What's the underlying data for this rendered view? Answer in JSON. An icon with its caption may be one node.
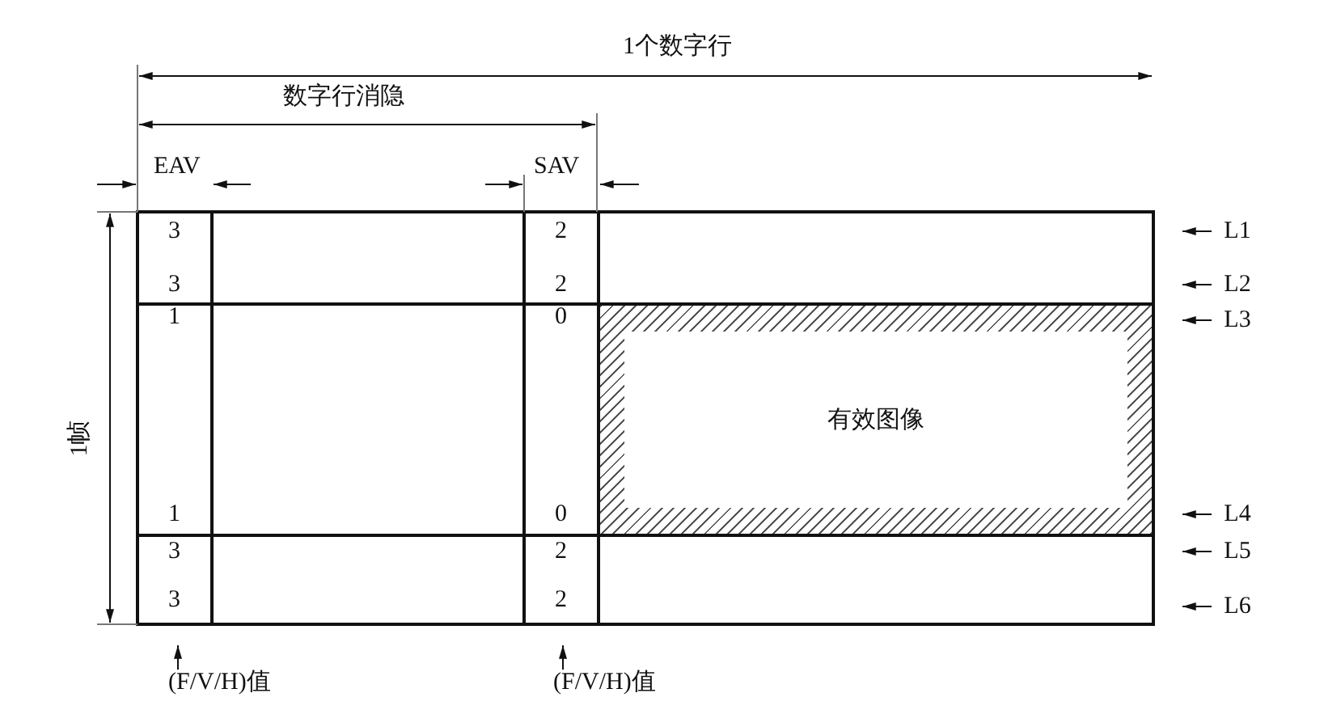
{
  "diagram": {
    "nodes": [
      {
        "text": [
          "有效图像"
        ]
      },
      {
        "text": [
          "L1"
        ]
      },
      {
        "text": [
          "L2"
        ]
      },
      {
        "text": [
          "L3"
        ]
      },
      {
        "text": [
          "L4"
        ]
      },
      {
        "text": [
          "L5"
        ]
      },
      {
        "text": [
          "L6"
        ]
      },
      {
        "text": [
          "(F/V/H)值"
        ]
      },
      {
        "text": [
          "(F/V/H)值"
        ]
      }
    ],
    "edges": [
      {
        "from": 1,
        "to": null,
        "arrow": "to"
      },
      {
        "from": 2,
        "to": null,
        "arrow": "to"
      },
      {
        "from": 3,
        "to": null,
        "arrow": "to"
      },
      {
        "from": 4,
        "to": null,
        "arrow": "to"
      },
      {
        "from": 5,
        "to": null,
        "arrow": "to"
      },
      {
        "from": 6,
        "to": null,
        "arrow": "to"
      },
      {
        "from": 7,
        "to": null,
        "arrow": "to"
      },
      {
        "from": 8,
        "to": null,
        "arrow": "to"
      }
    ],
    "labels": [
      "1个数字行",
      "数字行消隐",
      "EAV",
      "SAV",
      "1帧",
      "3",
      "2",
      "3",
      "2",
      "1",
      "0",
      "1",
      "0",
      "3",
      "2",
      "3",
      "2"
    ]
  }
}
